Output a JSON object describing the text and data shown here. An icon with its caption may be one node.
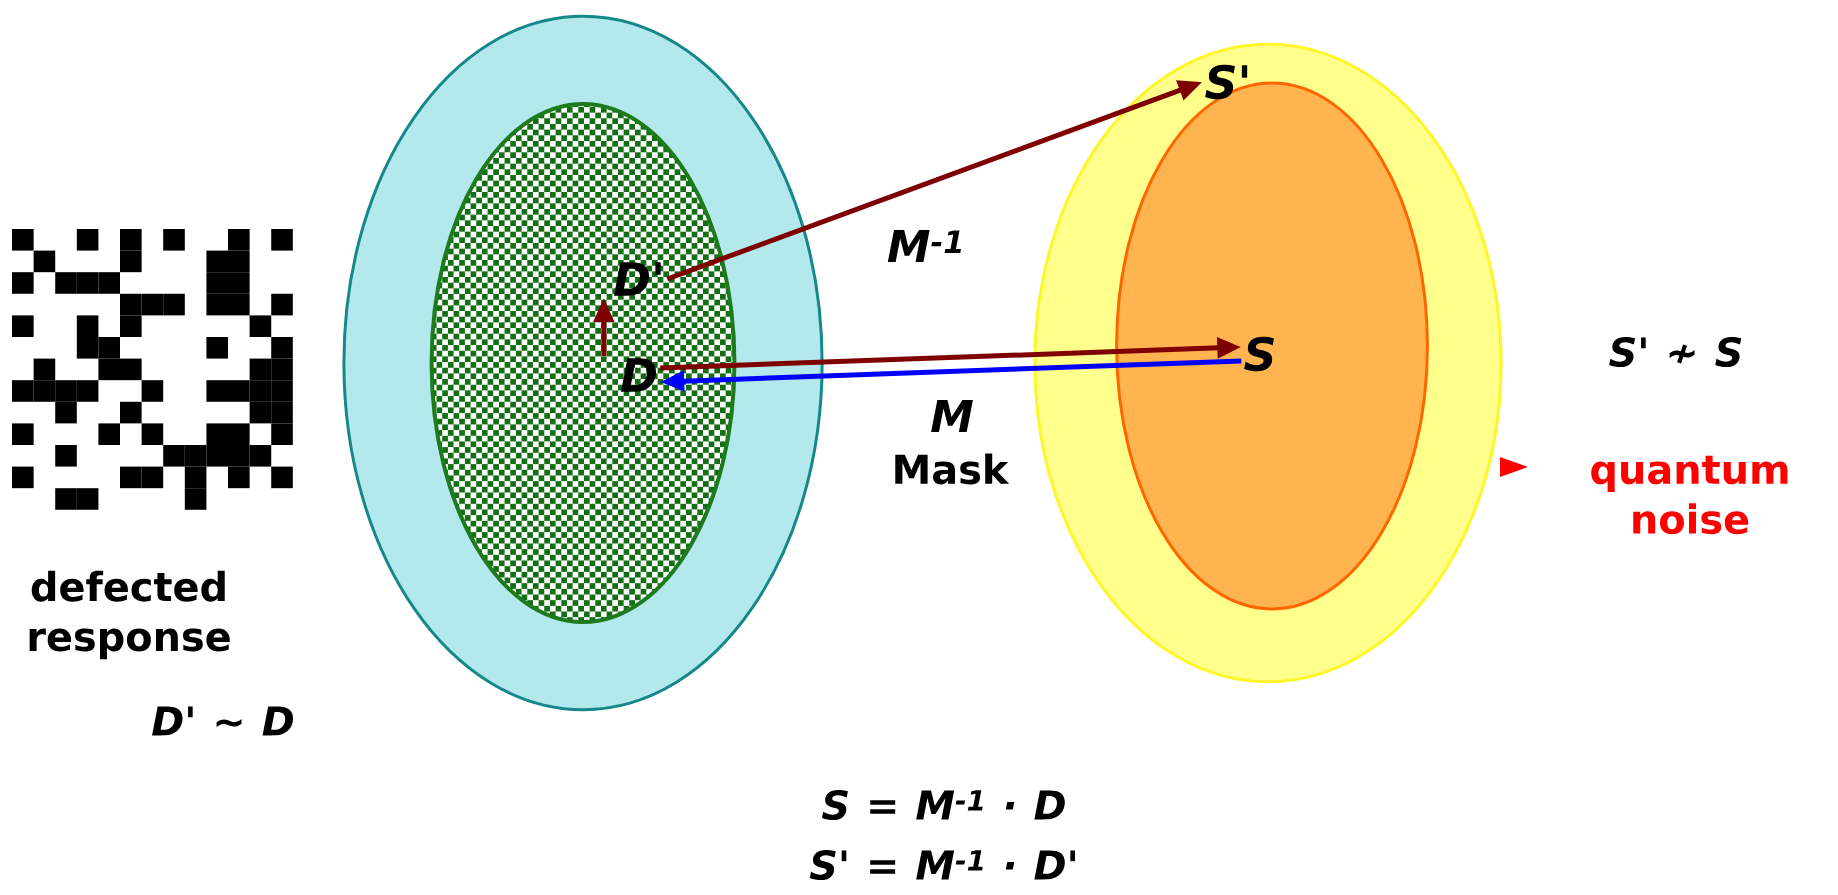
{
  "diagram": {
    "nodes": [
      {
        "text": [],
        "shape": "ellipse"
      },
      {
        "text": [],
        "shape": "ellipse",
        "in": 0
      },
      {
        "text": [
          "D'"
        ],
        "in": 1
      },
      {
        "text": [
          "D"
        ],
        "in": 1
      },
      {
        "text": [],
        "shape": "ellipse"
      },
      {
        "text": [],
        "shape": "ellipse",
        "in": 4
      },
      {
        "text": [
          "S'"
        ],
        "in": 4
      },
      {
        "text": [
          "S"
        ],
        "in": 5
      }
    ],
    "edges": [
      {
        "from": 3,
        "to": 2,
        "arrow": "to"
      },
      {
        "from": 2,
        "to": 6,
        "arrow": "to",
        "label": "M$^{-1}$"
      },
      {
        "from": 3,
        "to": 7,
        "arrow": "to"
      },
      {
        "from": 7,
        "to": 3,
        "arrow": "to",
        "label": "M",
        "color": "#0000ff"
      }
    ],
    "labels": [
      "defected response",
      "D' ~ D",
      "S = M$^{-1}$ · D",
      "S' = M$^{-1}$ · D'",
      "S' ≁ S",
      "quantum noise",
      "Mask"
    ]
  }
}
